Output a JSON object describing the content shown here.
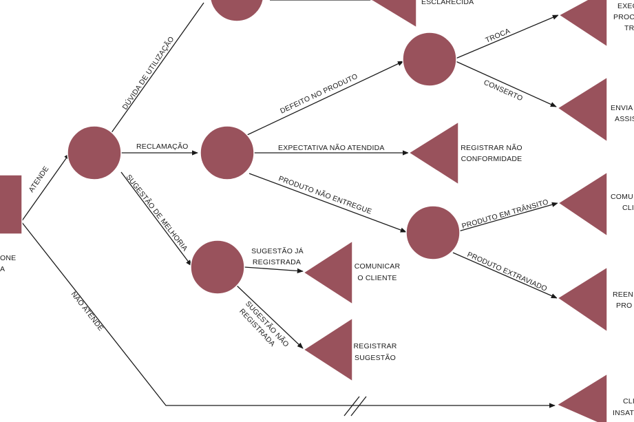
{
  "colors": {
    "node": "#99525c",
    "line": "#1a1a1a",
    "background": "#ffffff"
  },
  "root": {
    "lines": [
      "ONE",
      "A"
    ]
  },
  "edges": {
    "atende": "ATENDE",
    "nao_atende": "NÃO ATENDE",
    "duvida": "DÚVIDA DE UTILIZAÇÃO",
    "reclamacao": "RECLAMAÇÃO",
    "sugestao": "SUGESTÃO DE MELHORIA",
    "defeito": "DEFEITO NO PRODUTO",
    "expectativa": "EXPECTATIVA NÃO ATENDIDA",
    "nao_entregue": "PRODUTO NÃO ENTREGUE",
    "troca": "TROCA",
    "conserto": "CONSERTO",
    "em_transito": "PRODUTO EM TRÂNSITO",
    "extraviado": "PRODUTO EXTRAVIADO",
    "sugestao_registrada": [
      "SUGESTÃO JÁ",
      "REGISTRADA"
    ],
    "sugestao_nao_registrada": [
      "SUGESTÃO NÃO",
      "REGISTRADA"
    ]
  },
  "leaves": {
    "esclarecida": [
      "ESCLARECIDA"
    ],
    "troca": [
      "EXEC",
      "PROC",
      "TR"
    ],
    "conserto": [
      "ENVIA",
      "ASSIS"
    ],
    "nao_conformidade": [
      "REGISTRAR NÃO",
      "CONFORMIDADE"
    ],
    "transito": [
      "COMU",
      "CLI"
    ],
    "extraviado": [
      "REEN",
      "PRO"
    ],
    "comunicar": [
      "COMUNICAR",
      "O CLIENTE"
    ],
    "registrar_sugestao": [
      "REGISTRAR",
      "SUGESTÃO"
    ],
    "insatisfeito": [
      "CLI",
      "INSAT"
    ]
  }
}
